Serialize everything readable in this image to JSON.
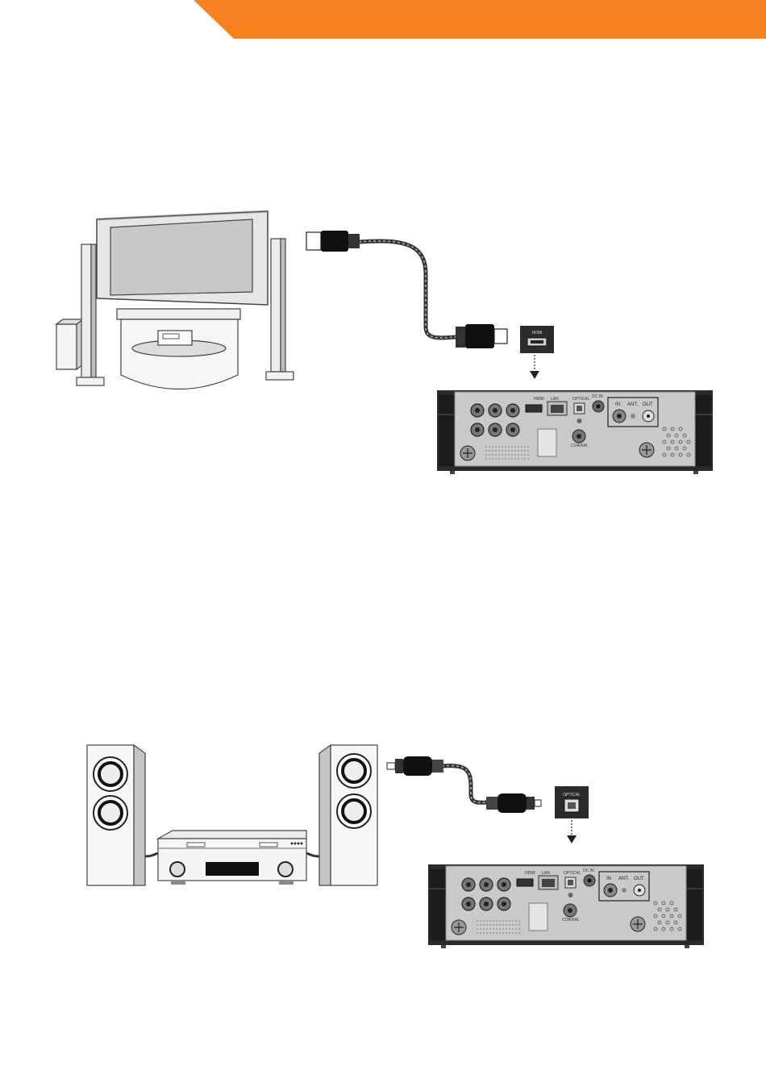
{
  "header": {
    "accent_color": "#F5821F"
  },
  "figure1": {
    "port_card_label": "HDMI",
    "panel": {
      "labels": [
        "HDMI",
        "LAN",
        "OPTICAL",
        "DC IN",
        "IN",
        "ANT.",
        "OUT",
        "COAXIAL"
      ]
    }
  },
  "figure2": {
    "port_card_label": "OPTICAL",
    "panel": {
      "labels": [
        "HDMI",
        "LAN",
        "OPTICAL",
        "DC IN",
        "IN",
        "ANT.",
        "OUT",
        "COAXIAL"
      ]
    }
  },
  "icons": [
    "tv-icon",
    "speaker-icon",
    "hdmi-cable-icon",
    "optical-cable-icon",
    "stereo-amplifier-icon",
    "media-player-back-panel-icon",
    "arrow-down-icon"
  ]
}
